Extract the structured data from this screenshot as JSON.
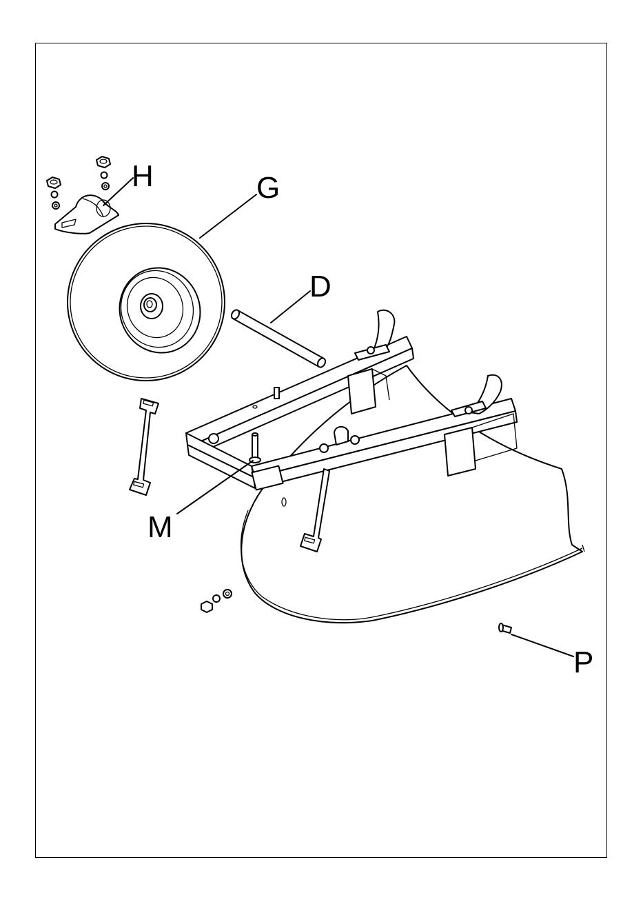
{
  "diagram": {
    "labels": {
      "H": "H",
      "G": "G",
      "D": "D",
      "M": "M",
      "P": "P"
    },
    "parts": [
      "wheel-bracket",
      "wheel",
      "axle",
      "frame",
      "bolt",
      "deflector-chute",
      "pin",
      "support-strap",
      "hardware-nuts-washers"
    ]
  }
}
